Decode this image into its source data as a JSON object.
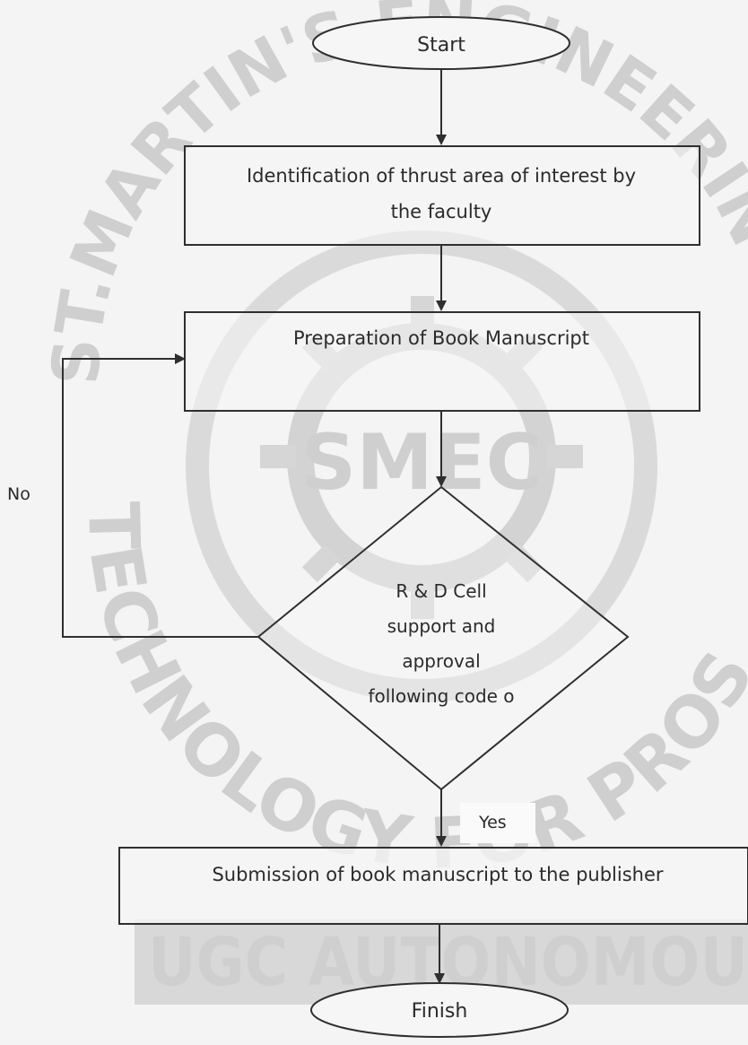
{
  "watermark": {
    "arc_top": "ST.MARTIN'S ENGINEERING C",
    "arc_bottom": "TECHNOLOGY FOR PROSP",
    "logo": "SMEC",
    "band": "UGC AUTONOMOU"
  },
  "nodes": {
    "start": "Start",
    "identification_line1": "Identification of thrust area of interest by",
    "identification_line2": "the faculty",
    "preparation": "Preparation of Book Manuscript",
    "decision_line1": "R & D Cell",
    "decision_line2": "support and",
    "decision_line3": "approval",
    "decision_line4": "following code o",
    "submission": "Submission of book manuscript to the publisher",
    "finish": "Finish"
  },
  "edges": {
    "no_label": "No",
    "yes_label": "Yes"
  },
  "colors": {
    "stroke": "#2f2f2f",
    "box_fill": "#f6f6f6",
    "watermark": "#cfcfcf",
    "band": "#d8d8d8"
  }
}
